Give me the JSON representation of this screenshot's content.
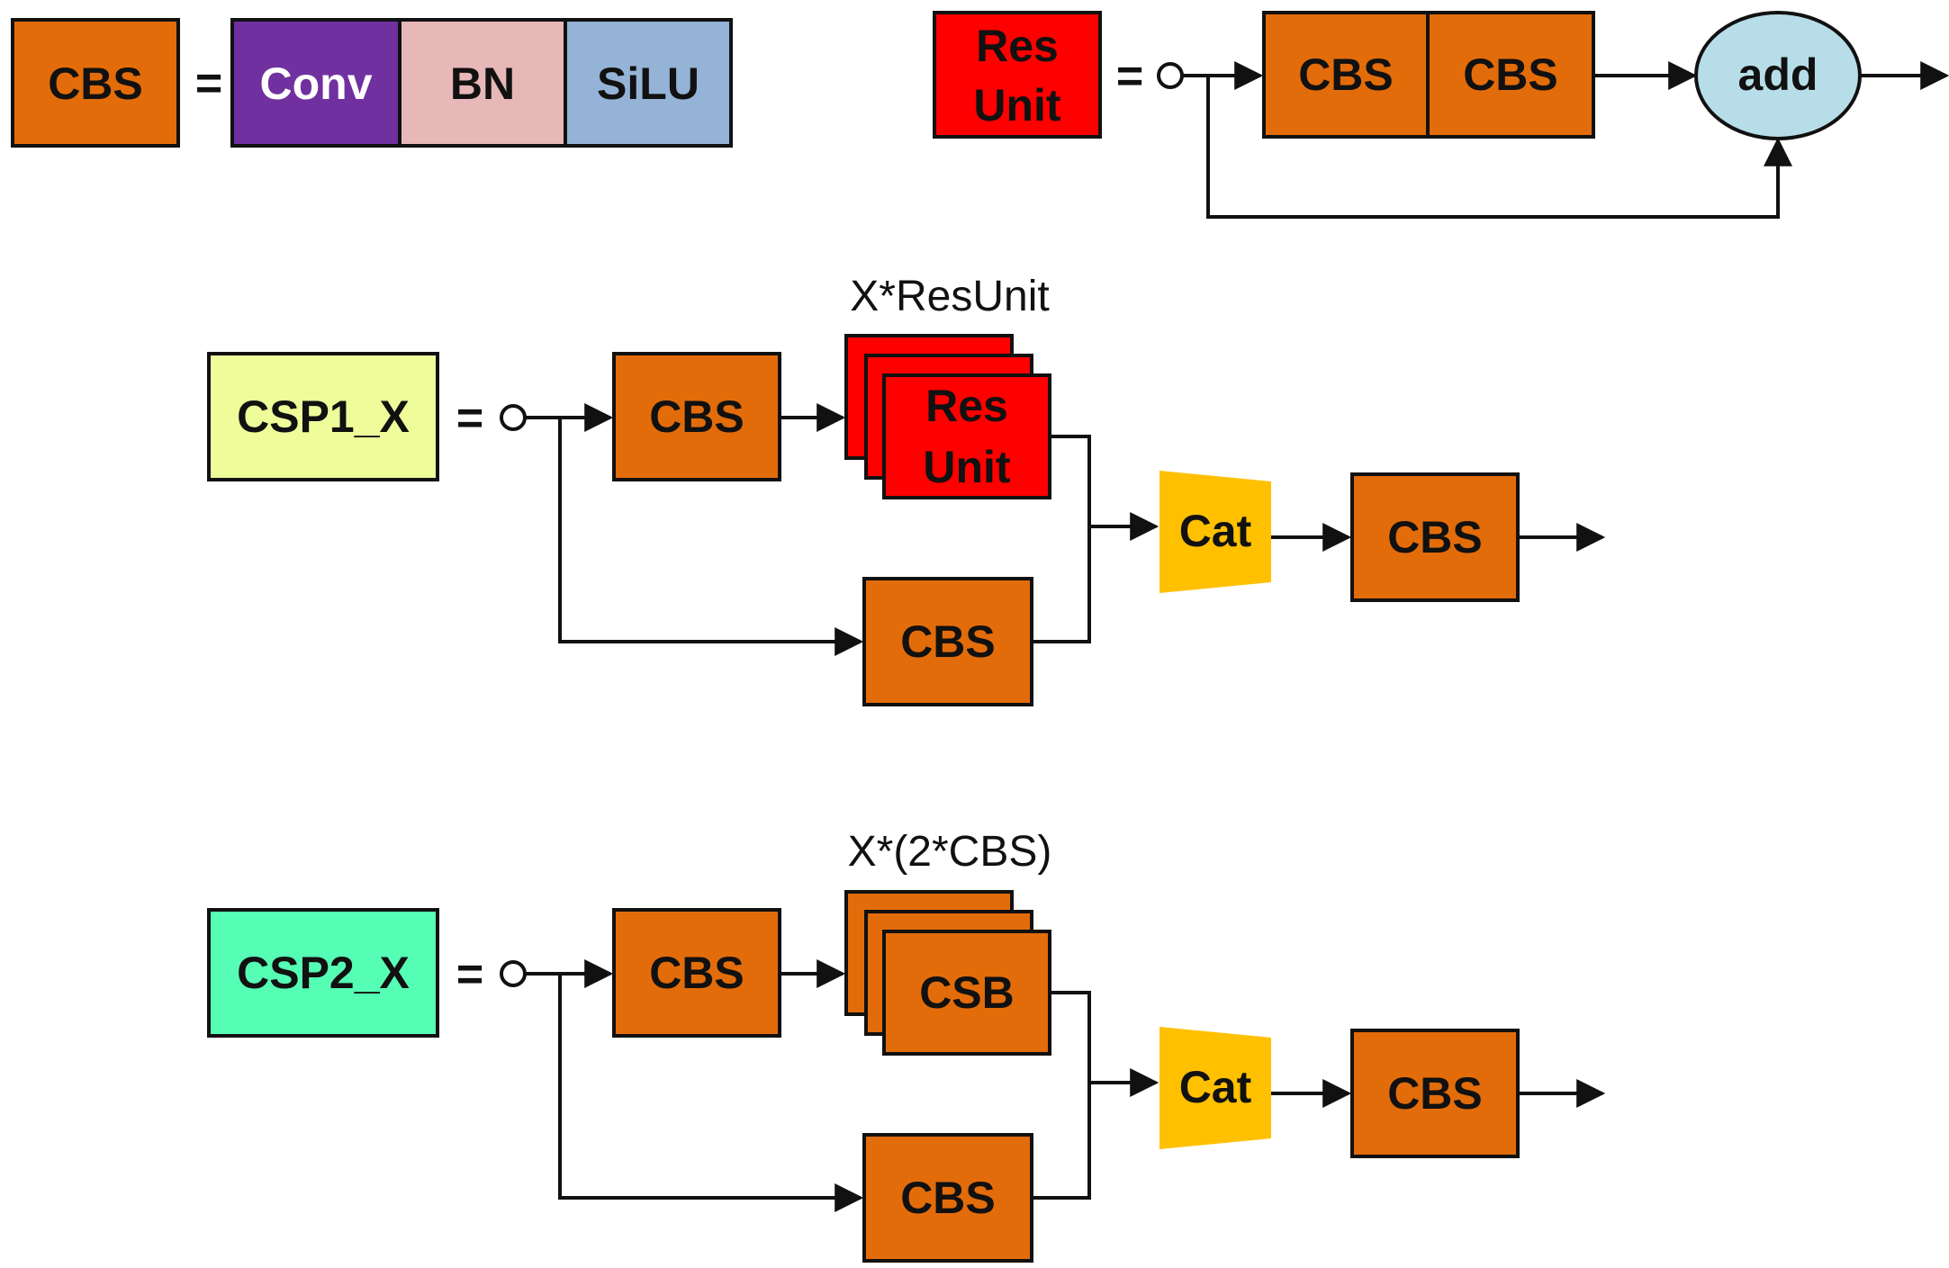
{
  "colors": {
    "cbs": "#E36C0A",
    "conv": "#7030A0",
    "bn": "#E6B8B7",
    "silu": "#95B3D7",
    "res_unit": "#FF0000",
    "add": "#B7DEE8",
    "csp1": "#EEFD9A",
    "csp2": "#56FDB4",
    "cat": "#FFC000",
    "line": "#111111"
  },
  "legend_cbs": {
    "name": "CBS",
    "equals": "=",
    "parts": [
      "Conv",
      "BN",
      "SiLU"
    ]
  },
  "legend_res_unit": {
    "name_line1": "Res",
    "name_line2": "Unit",
    "equals": "=",
    "blocks": [
      "CBS",
      "CBS"
    ],
    "add_label": "add"
  },
  "csp1": {
    "name": "CSP1_X",
    "equals": "=",
    "repeat_label": "X*ResUnit",
    "first_block": "CBS",
    "stack_line1": "Res",
    "stack_line2": "Unit",
    "branch_block": "CBS",
    "cat_label": "Cat",
    "out_block": "CBS"
  },
  "csp2": {
    "name": "CSP2_X",
    "equals": "=",
    "repeat_label": "X*(2*CBS)",
    "first_block": "CBS",
    "stack_label": "CSB",
    "branch_block": "CBS",
    "cat_label": "Cat",
    "out_block": "CBS"
  }
}
